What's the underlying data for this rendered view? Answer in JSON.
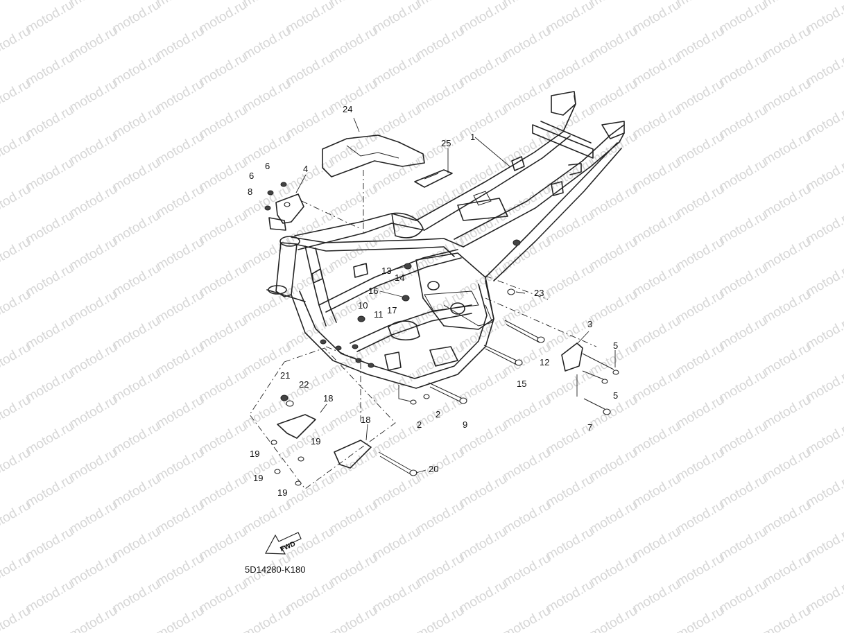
{
  "watermark": {
    "text": "motod.ru"
  },
  "diagram_code": "5D14280-K180",
  "fwd_label": "FWD",
  "part_labels": {
    "p1": "1",
    "p2a": "2",
    "p2b": "2",
    "p3": "3",
    "p4": "4",
    "p5a": "5",
    "p5b": "5",
    "p6a": "6",
    "p6b": "6",
    "p7": "7",
    "p8": "8",
    "p9": "9",
    "p10": "10",
    "p11": "11",
    "p12": "12",
    "p13": "13",
    "p14": "14",
    "p15": "15",
    "p16": "16",
    "p17": "17",
    "p18a": "18",
    "p18b": "18",
    "p19a": "19",
    "p19b": "19",
    "p19c": "19",
    "p19d": "19",
    "p20": "20",
    "p21": "21",
    "p22": "22",
    "p23": "23",
    "p24": "24",
    "p25": "25"
  }
}
